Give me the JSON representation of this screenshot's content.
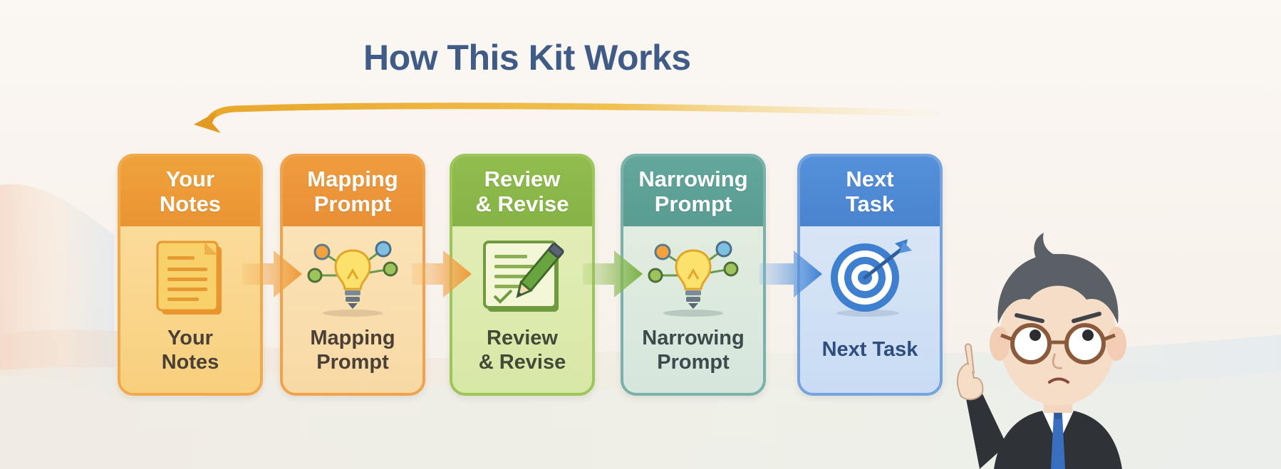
{
  "title": "How This Kit Works",
  "colors": {
    "title": "#3f5b86",
    "orange": "#eda238",
    "amber": "#eb9a3b",
    "green": "#8dbd4b",
    "teal": "#5fa39a",
    "blue": "#4f8ad6"
  },
  "steps": [
    {
      "header_line1": "Your",
      "header_line2": "Notes",
      "caption_line1": "Your",
      "caption_line2": "Notes",
      "icon": "document-icon"
    },
    {
      "header_line1": "Mapping",
      "header_line2": "Prompt",
      "caption_line1": "Mapping",
      "caption_line2": "Prompt",
      "icon": "lightbulb-network-icon"
    },
    {
      "header_line1": "Review",
      "header_line2": "& Revise",
      "caption_line1": "Review",
      "caption_line2": "& Revise",
      "icon": "edit-document-icon"
    },
    {
      "header_line1": "Narrowing",
      "header_line2": "Prompt",
      "caption_line1": "Narrowing",
      "caption_line2": "Prompt",
      "icon": "lightbulb-network-icon"
    },
    {
      "header_line1": "Next",
      "header_line2": "Task",
      "caption_line1": "Next Task",
      "caption_line2": "",
      "icon": "target-icon"
    }
  ]
}
